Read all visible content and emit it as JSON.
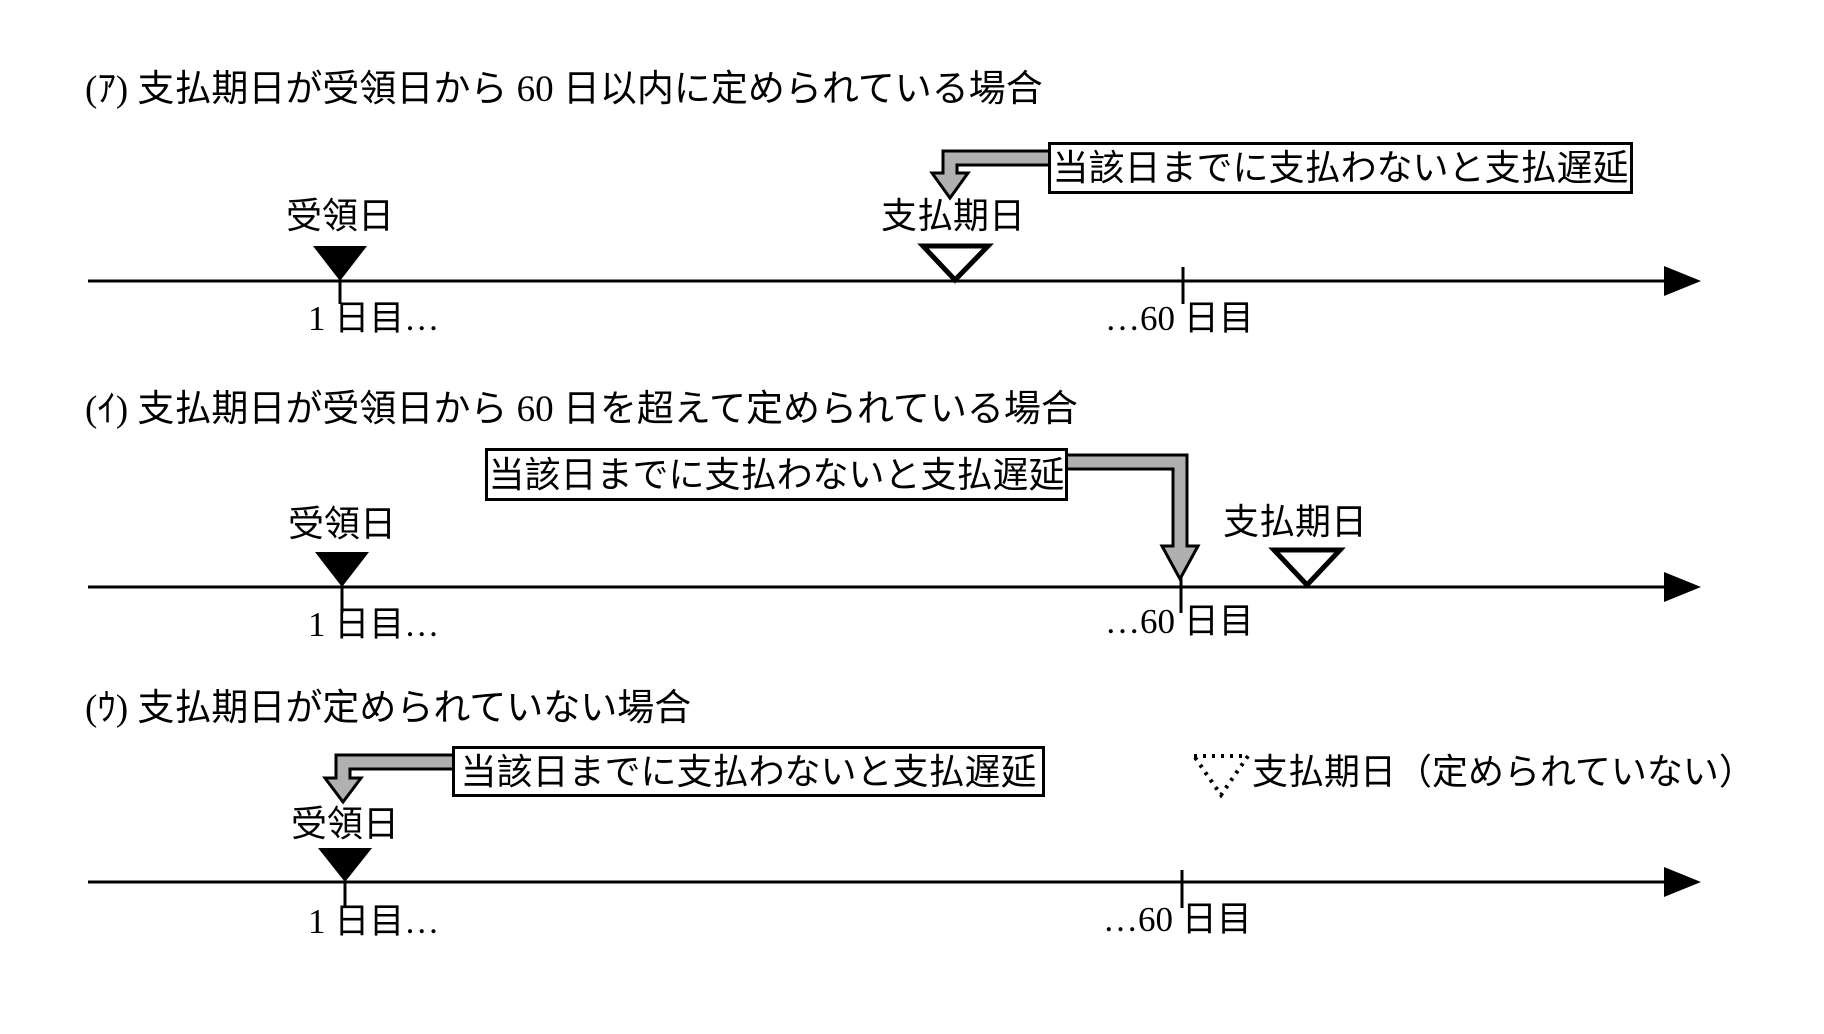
{
  "colors": {
    "ink": "#000000",
    "arrow_gray": "#b0b0b0",
    "background": "#ffffff"
  },
  "sections": [
    {
      "heading": "(ｱ) 支払期日が受領日から 60 日以内に定められている場合",
      "callout": "当該日までに支払わないと支払遅延",
      "receipt_label": "受領日",
      "due_label": "支払期日",
      "day1": "1 日目…",
      "day60": "…60 日目"
    },
    {
      "heading": "(ｲ) 支払期日が受領日から 60 日を超えて定められている場合",
      "callout": "当該日までに支払わないと支払遅延",
      "receipt_label": "受領日",
      "due_label": "支払期日",
      "day1": "1 日目…",
      "day60": "…60 日目"
    },
    {
      "heading": "(ｳ) 支払期日が定められていない場合",
      "callout": "当該日までに支払わないと支払遅延",
      "receipt_label": "受領日",
      "legend": "支払期日（定められていない）",
      "day1": "1 日目…",
      "day60": "…60 日目"
    }
  ]
}
